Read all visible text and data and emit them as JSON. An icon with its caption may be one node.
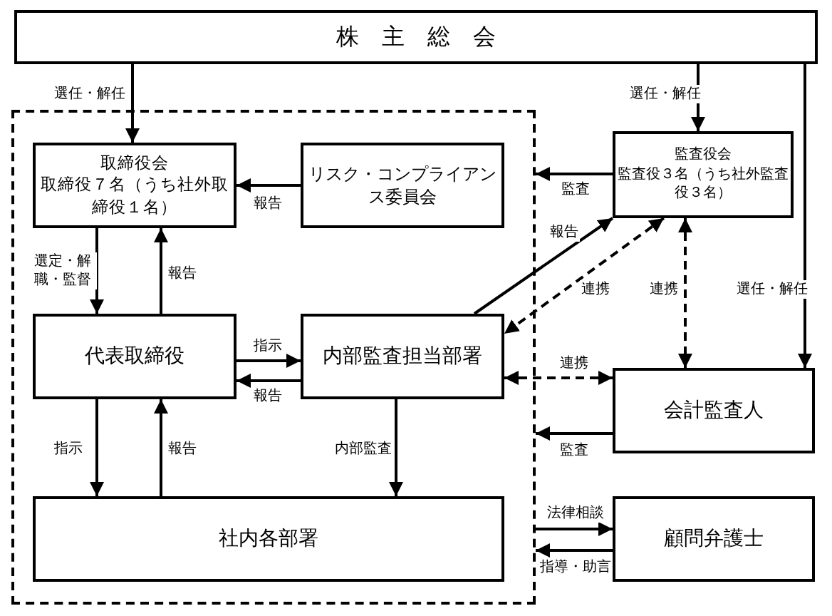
{
  "diagram": {
    "nodes": [
      {
        "text": [
          "株主総会"
        ]
      },
      {
        "text": [],
        "shape": "box"
      },
      {
        "text": [
          "取締役会",
          "取締役７名（うち社外取締役１名）"
        ],
        "in": 1
      },
      {
        "text": [
          "リスク・コンプライアンス委員会"
        ],
        "in": 1
      },
      {
        "text": [
          "監査役会",
          "監査役３名（うち社外監査役３名）"
        ]
      },
      {
        "text": [
          "代表取締役"
        ],
        "in": 1
      },
      {
        "text": [
          "内部監査担当部署"
        ],
        "in": 1
      },
      {
        "text": [
          "会計監査人"
        ]
      },
      {
        "text": [
          "社内各部署"
        ],
        "in": 1
      },
      {
        "text": [
          "顧問弁護士"
        ]
      }
    ],
    "edges": [
      {
        "from": 0,
        "to": 2,
        "arrow": "to",
        "label": "選任・解任"
      },
      {
        "from": 0,
        "to": 4,
        "arrow": "to",
        "label": "選任・解任"
      },
      {
        "from": 0,
        "to": 7,
        "arrow": "to",
        "label": "選任・解任"
      },
      {
        "from": 3,
        "to": 2,
        "arrow": "to",
        "label": "報告"
      },
      {
        "from": 4,
        "to": 1,
        "arrow": "to",
        "label": "監査"
      },
      {
        "from": 2,
        "to": 5,
        "arrow": "to",
        "label": "選定・解職・監督"
      },
      {
        "from": 5,
        "to": 2,
        "arrow": "to",
        "label": "報告"
      },
      {
        "from": 5,
        "to": 6,
        "arrow": "to",
        "label": "指示"
      },
      {
        "from": 6,
        "to": 5,
        "arrow": "to",
        "label": "報告"
      },
      {
        "from": 6,
        "to": 4,
        "arrow": "to",
        "label": "報告"
      },
      {
        "from": 4,
        "to": 6,
        "arrow": "both",
        "label": "連携",
        "style": "dashed"
      },
      {
        "from": 4,
        "to": 7,
        "arrow": "both",
        "label": "連携",
        "style": "dashed"
      },
      {
        "from": 6,
        "to": 7,
        "arrow": "both",
        "label": "連携",
        "style": "dashed"
      },
      {
        "from": 7,
        "to": 1,
        "arrow": "to",
        "label": "監査"
      },
      {
        "from": 5,
        "to": 8,
        "arrow": "to",
        "label": "指示"
      },
      {
        "from": 8,
        "to": 5,
        "arrow": "to",
        "label": "報告"
      },
      {
        "from": 6,
        "to": 8,
        "arrow": "to",
        "label": "内部監査"
      },
      {
        "from": 1,
        "to": 9,
        "arrow": "to",
        "label": "法律相談"
      },
      {
        "from": 9,
        "to": 1,
        "arrow": "to",
        "label": "指導・助言"
      }
    ]
  }
}
